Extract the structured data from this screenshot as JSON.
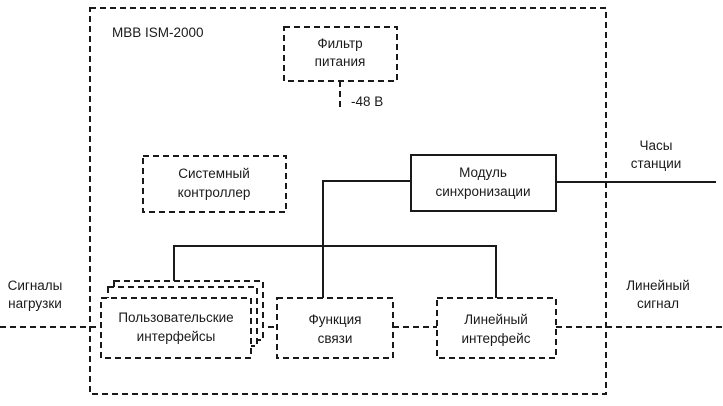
{
  "diagram": {
    "title": "МВВ ISM-2000",
    "blocks": {
      "power_filter": [
        "Фильтр",
        "питания"
      ],
      "voltage": "-48 В",
      "system_controller": [
        "Системный",
        "контроллер"
      ],
      "sync_module": [
        "Модуль",
        "синхронизации"
      ],
      "user_interfaces": [
        "Пользовательские",
        "интерфейсы"
      ],
      "link_function": [
        "Функция",
        "связи"
      ],
      "line_interface": [
        "Линейный",
        "интерфейс"
      ]
    },
    "external": {
      "station_clock": [
        "Часы",
        "станции"
      ],
      "load_signals": [
        "Сигналы",
        "нагрузки"
      ],
      "line_signal": [
        "Линейный",
        "сигнал"
      ]
    }
  }
}
